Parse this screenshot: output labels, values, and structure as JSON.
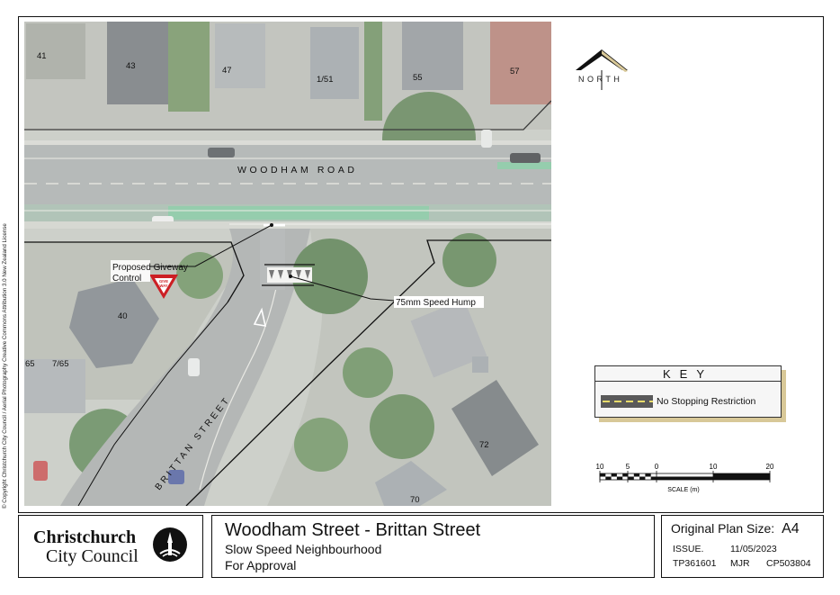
{
  "map": {
    "road_labels": {
      "woodham": "WOODHAM ROAD",
      "brittan": "BRITTAN STREET"
    },
    "property_numbers": [
      "41",
      "43",
      "47",
      "1/51",
      "55",
      "57",
      "40",
      "65",
      "7/65",
      "72",
      "70"
    ],
    "annotations": {
      "giveway_line1": "Proposed Giveway",
      "giveway_line2": "Control",
      "speed_hump": "75mm Speed Hump",
      "give_way_sign": "GIVE WAY"
    },
    "copyright": "© Copyright Christchurch City Council / Aerial Photography Creative Commons Attribution 3.0 New Zealand License"
  },
  "north_arrow": {
    "label": "NORTH"
  },
  "key": {
    "title": "KEY",
    "items": [
      {
        "label": "No Stopping Restriction",
        "swatch": "#5a5a5a",
        "dash_color": "#e8dc6a"
      }
    ]
  },
  "scale": {
    "ticks": [
      "10",
      "5",
      "0",
      "10",
      "20"
    ],
    "label": "SCALE (m)"
  },
  "logo": {
    "line1": "Christchurch",
    "line2": "City Council"
  },
  "title_block": {
    "main": "Woodham Street - Brittan Street",
    "sub": "Slow Speed Neighbourhood",
    "status": "For Approval"
  },
  "info_block": {
    "plan_size_label": "Original Plan Size:",
    "plan_size": "A4",
    "issue_label": "ISSUE.",
    "issue_date": "11/05/2023",
    "ref1": "TP361601",
    "ref2": "MJR",
    "ref3": "CP503804"
  },
  "colors": {
    "map_base": "#c9cbc4",
    "road": "#a4a8a7",
    "cycle_lane": "#8cc9a4",
    "roof": "#7d8387",
    "vegetation": "#5f8a55",
    "giveway_red": "#cc1f24",
    "frame": "#111111"
  }
}
